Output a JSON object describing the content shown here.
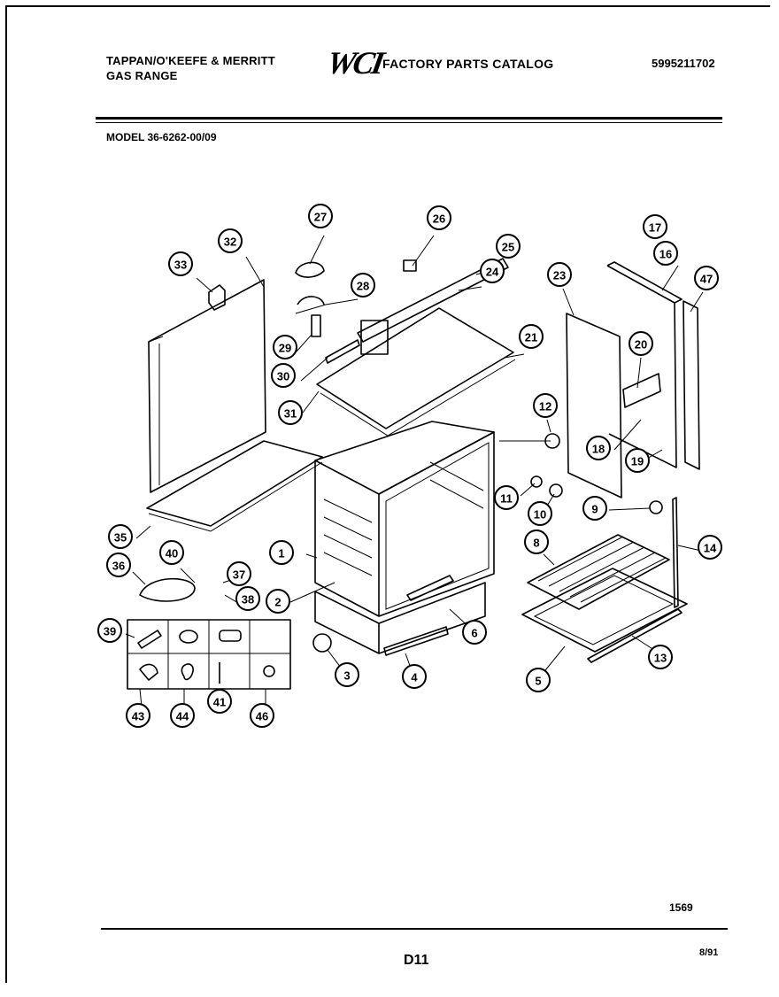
{
  "header": {
    "brand_line1": "TAPPAN/O'KEEFE & MERRITT",
    "brand_line2": "GAS RANGE",
    "logo": "WCI",
    "catalog_title": "FACTORY PARTS CATALOG",
    "catalog_number": "5995211702"
  },
  "model": "MODEL 36-6262-00/09",
  "figure_number": "1569",
  "page_code": "D11",
  "date": "8/91",
  "callouts": [
    "1",
    "2",
    "3",
    "4",
    "5",
    "6",
    "8",
    "9",
    "10",
    "11",
    "12",
    "13",
    "14",
    "16",
    "17",
    "18",
    "19",
    "20",
    "21",
    "23",
    "24",
    "25",
    "26",
    "27",
    "28",
    "29",
    "30",
    "31",
    "32",
    "33",
    "35",
    "36",
    "37",
    "38",
    "39",
    "40",
    "41",
    "43",
    "44",
    "46",
    "47"
  ]
}
